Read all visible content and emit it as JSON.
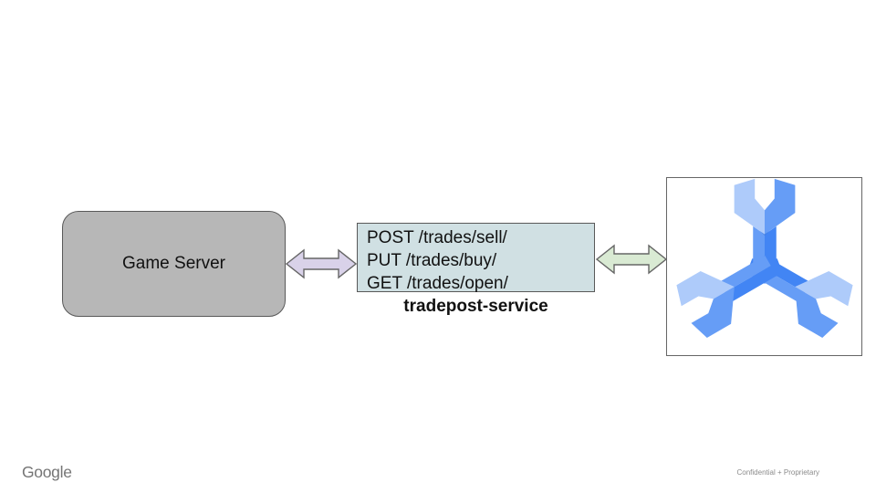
{
  "slide": {
    "background": "#ffffff",
    "footer": {
      "logo_text": "Google",
      "note": "Confidential + Proprietary"
    }
  },
  "diagram": {
    "game_server": {
      "label": "Game Server",
      "fill": "#b7b7b7",
      "border": "#595959"
    },
    "tradepost_service": {
      "endpoints": [
        "POST /trades/sell/",
        "PUT /trades/buy/",
        "GET /trades/open/"
      ],
      "name": "tradepost-service",
      "fill": "#d0e0e3",
      "border": "#595959"
    },
    "left_connector": {
      "type": "double-headed-arrow",
      "fill": "#d9d2e9",
      "border": "#666666"
    },
    "right_connector": {
      "type": "double-headed-arrow",
      "fill": "#d9ead3",
      "border": "#666666"
    },
    "database": {
      "icon": "cloud-spanner-icon",
      "box_border": "#666666",
      "icon_colors": {
        "light": "#aecbfa",
        "medium": "#669df6",
        "dark": "#4285f4",
        "shadow": "#3c78dc"
      }
    }
  }
}
